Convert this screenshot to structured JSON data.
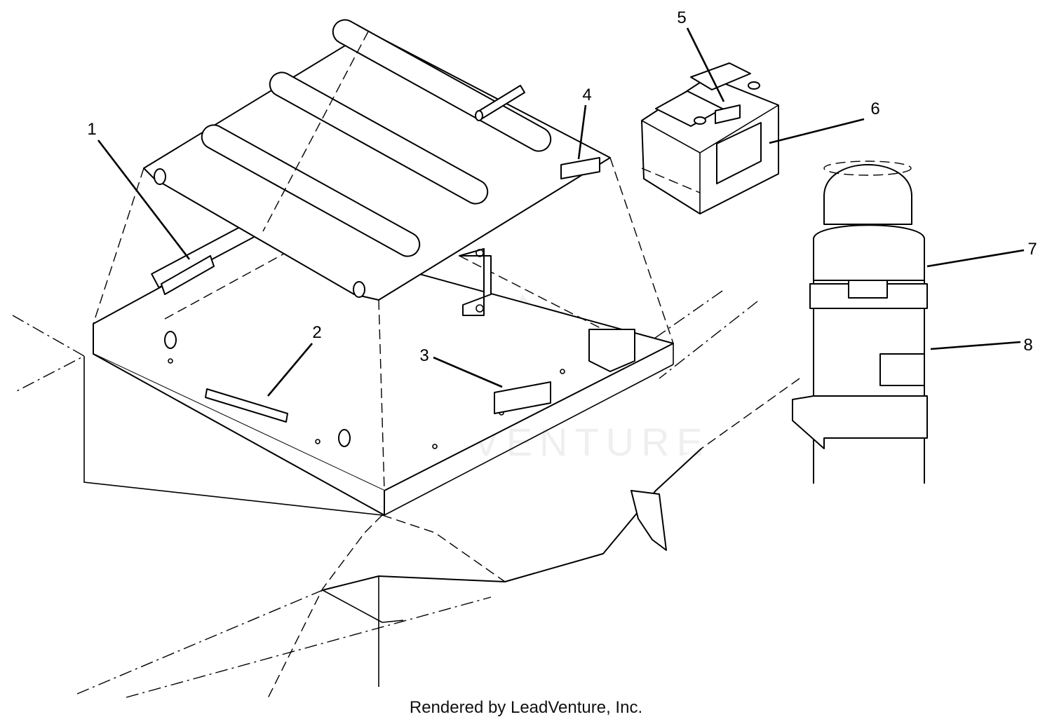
{
  "callouts": [
    "1",
    "2",
    "3",
    "4",
    "5",
    "6",
    "7",
    "8"
  ],
  "watermark": "LEADVENTURE",
  "footer": "Rendered by LeadVenture, Inc."
}
